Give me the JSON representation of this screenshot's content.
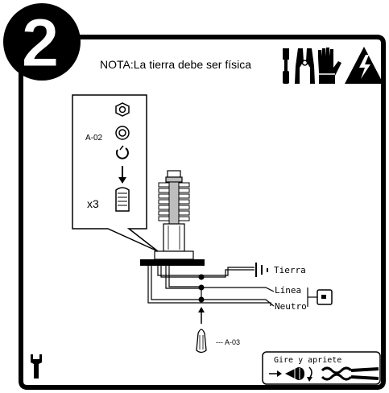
{
  "step": {
    "number": "2"
  },
  "note": {
    "text": "NOTA:La tierra debe ser física"
  },
  "tools_icons": [
    "screwdriver-icon",
    "pliers-icon",
    "gloves-icon",
    "electrical-hazard-icon"
  ],
  "hardware_callout": {
    "part_code": "A-02",
    "parts": [
      "hex-nut-icon",
      "flat-washer-icon",
      "lock-washer-icon"
    ],
    "quantity": "x3"
  },
  "wiring": {
    "labels": {
      "ground": "Tierra",
      "line": "Línea",
      "neutral": "Neutro"
    },
    "connector_code": "--- A-03"
  },
  "instruction_box": {
    "text": "Gire y apriete"
  },
  "colors": {
    "ink": "#000000",
    "background": "#ffffff",
    "fixture_gray": "#bdbdbd"
  }
}
